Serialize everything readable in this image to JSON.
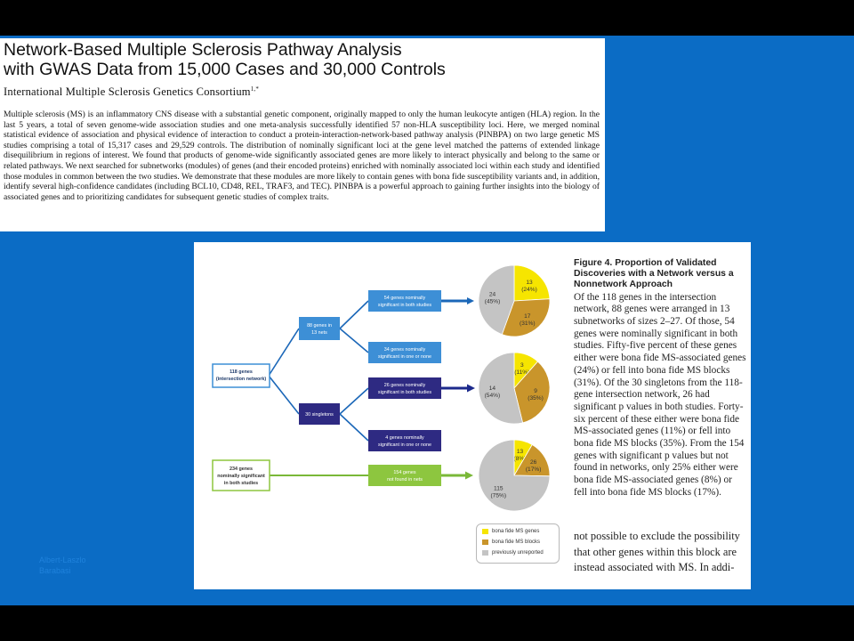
{
  "paper": {
    "title_lines": [
      "Network-Based Multiple Sclerosis Pathway Analysis",
      "with GWAS Data from 15,000 Cases and 30,000 Controls"
    ],
    "authors": "International Multiple Sclerosis Genetics Consortium",
    "author_marks": "1,*",
    "abstract": "Multiple sclerosis (MS) is an inflammatory CNS disease with a substantial genetic component, originally mapped to only the human leukocyte antigen (HLA) region. In the last 5 years, a total of seven genome-wide association studies and one meta-analysis successfully identified 57 non-HLA susceptibility loci. Here, we merged nominal statistical evidence of association and physical evidence of interaction to conduct a protein-interaction-network-based pathway analysis (PINBPA) on two large genetic MS studies comprising a total of 15,317 cases and 29,529 controls. The distribution of nominally significant loci at the gene level matched the patterns of extended linkage disequilibrium in regions of interest. We found that products of genome-wide significantly associated genes are more likely to interact physically and belong to the same or related pathways. We next searched for subnetworks (modules) of genes (and their encoded proteins) enriched with nominally associated loci within each study and identified those modules in common between the two studies. We demonstrate that these modules are more likely to contain genes with bona fide susceptibility variants and, in addition, identify several high-confidence candidates (including BCL10, CD48, REL, TRAF3, and TEC). PINBPA is a powerful approach to gaining further insights into the biology of associated genes and to prioritizing candidates for subsequent genetic studies of complex traits."
  },
  "figure": {
    "boxes": {
      "root": [
        "118 genes",
        "(intersection network)"
      ],
      "nets": [
        "88 genes in",
        "13 nets"
      ],
      "singletons": [
        "30 singletons"
      ],
      "nets_sig": [
        "54 genes nominally",
        "significant in both studies"
      ],
      "nets_nonsig": [
        "34 genes nominally",
        "significant in one or none"
      ],
      "single_sig": [
        "26 genes nominally",
        "significant in both studies"
      ],
      "single_nonsig": [
        "4 genes nominally",
        "significant in one or none"
      ],
      "root2": [
        "234 genes",
        "nominally significant",
        "in both studies"
      ],
      "not_in_nets": [
        "154 genes",
        "not found in nets"
      ]
    },
    "colors": {
      "bona_fide": "#f6e500",
      "ms_blocks": "#c9952b",
      "unreported": "#c4c4c4",
      "box_light": "#3d8fd6",
      "box_dark": "#2e2a82",
      "box_green": "#8dc63f",
      "arrow_blue": "#1b67b8",
      "arrow_navy": "#1c2a8c",
      "arrow_green": "#7ab838"
    },
    "legend": [
      "bona fide MS genes",
      "bona fide MS blocks",
      "previously unreported"
    ],
    "caption": {
      "title": "Figure 4. Proportion of Validated Discoveries with a Network versus a Nonnetwork Approach",
      "body": "Of the 118 genes in the intersection network, 88 genes were arranged in 13 subnetworks of sizes 2–27. Of those, 54 genes were nominally significant in both studies. Fifty-five percent of these genes either were bona fide MS-associated genes (24%) or fell into bona fide MS blocks (31%). Of the 30 singletons from the 118-gene intersection network, 26 had significant p values in both studies. Forty-six percent of these either were bona fide MS-associated genes (11%) or fell into bona fide MS blocks (35%). From the 154 genes with significant p values but not found in networks, only 25% either were bona fide MS-associated genes (8%) or fell into bona fide MS blocks (17%).",
      "tail_lines": [
        "not possible to exclude the possibility",
        "that other genes within this block are",
        "instead associated with MS. In addi-"
      ]
    }
  },
  "chart_data": [
    {
      "type": "pie",
      "categories": [
        "bona fide MS genes",
        "bona fide MS blocks",
        "previously unreported"
      ],
      "values": [
        13,
        17,
        24
      ],
      "labels": [
        [
          "13",
          "(24%)"
        ],
        [
          "17",
          "(31%)"
        ],
        [
          "24",
          "(45%)"
        ]
      ]
    },
    {
      "type": "pie",
      "categories": [
        "bona fide MS genes",
        "bona fide MS blocks",
        "previously unreported"
      ],
      "values": [
        3,
        9,
        14
      ],
      "labels": [
        [
          "3",
          "(11%)"
        ],
        [
          "9",
          "(35%)"
        ],
        [
          "14",
          "(54%)"
        ]
      ]
    },
    {
      "type": "pie",
      "categories": [
        "bona fide MS genes",
        "bona fide MS blocks",
        "previously unreported"
      ],
      "values": [
        13,
        26,
        115
      ],
      "labels": [
        [
          "13",
          "(8%)"
        ],
        [
          "26",
          "(17%)"
        ],
        [
          "115",
          "(75%)"
        ]
      ]
    }
  ],
  "watermark": [
    "Albert-Laszlo",
    "Barabasi"
  ]
}
